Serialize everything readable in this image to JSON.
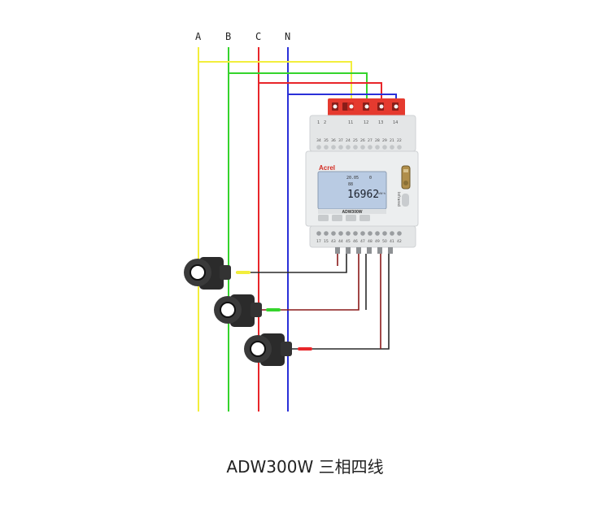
{
  "phases": {
    "a": "A",
    "b": "B",
    "c": "C",
    "n": "N"
  },
  "meter": {
    "brand": "Acrel",
    "model": "ADW300W",
    "display_top_left": "20.05",
    "display_top_right": "0",
    "display_second": "88",
    "display_main": "16962",
    "display_unit": "kW·h",
    "side_label": "Infrared",
    "top_terminals": [
      "1",
      "2",
      "11",
      "12",
      "13",
      "14"
    ],
    "upper_row_terminals": [
      "34",
      "35",
      "36",
      "37",
      "24",
      "25",
      "26",
      "27",
      "28",
      "29",
      "21",
      "22"
    ],
    "bottom_terminals": [
      "17",
      "15",
      "43",
      "44",
      "45",
      "46",
      "47",
      "48",
      "49",
      "50",
      "41",
      "42"
    ]
  },
  "caption": "ADW300W 三相四线",
  "colors": {
    "phase_a": "#f2ee3c",
    "phase_b": "#35d42c",
    "phase_c": "#e8262a",
    "neutral": "#2a30d8",
    "terminal_red": "#e53a2f",
    "meter_body": "#e4e6e7",
    "lcd": "#b9cbe3"
  }
}
